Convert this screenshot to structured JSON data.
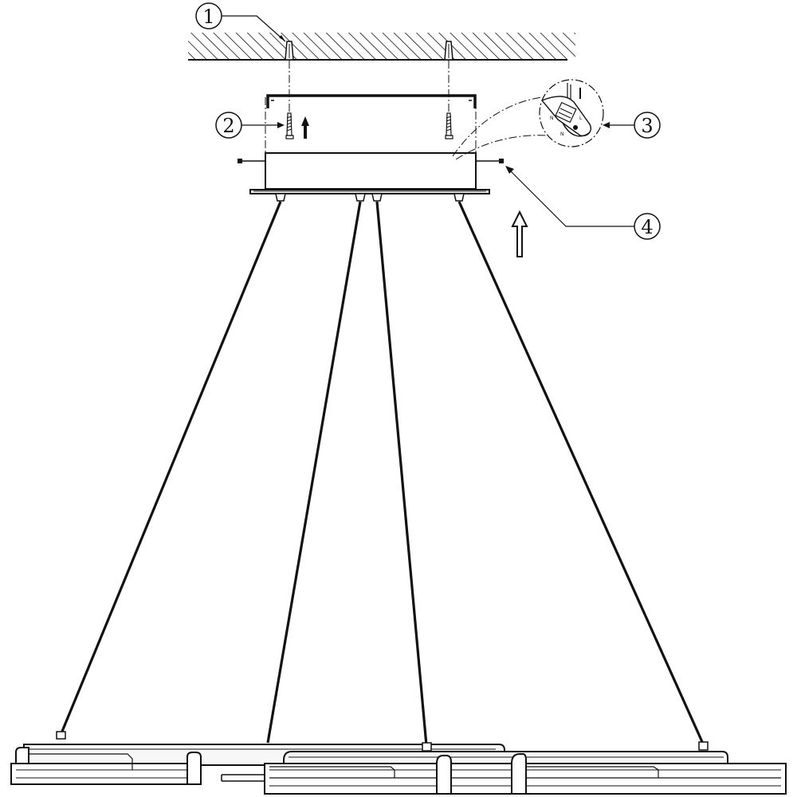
{
  "callouts": {
    "ceiling_anchor": "1",
    "mounting_screw": "2",
    "wiring_detail": "3",
    "side_fixing_screw": "4"
  },
  "wiring_detail": {
    "neutral_label": "N",
    "live_label": "L",
    "earth_label": "N"
  },
  "colors": {
    "line": "#111111",
    "background": "#ffffff",
    "fixture_fill": "#f7f7f7"
  }
}
